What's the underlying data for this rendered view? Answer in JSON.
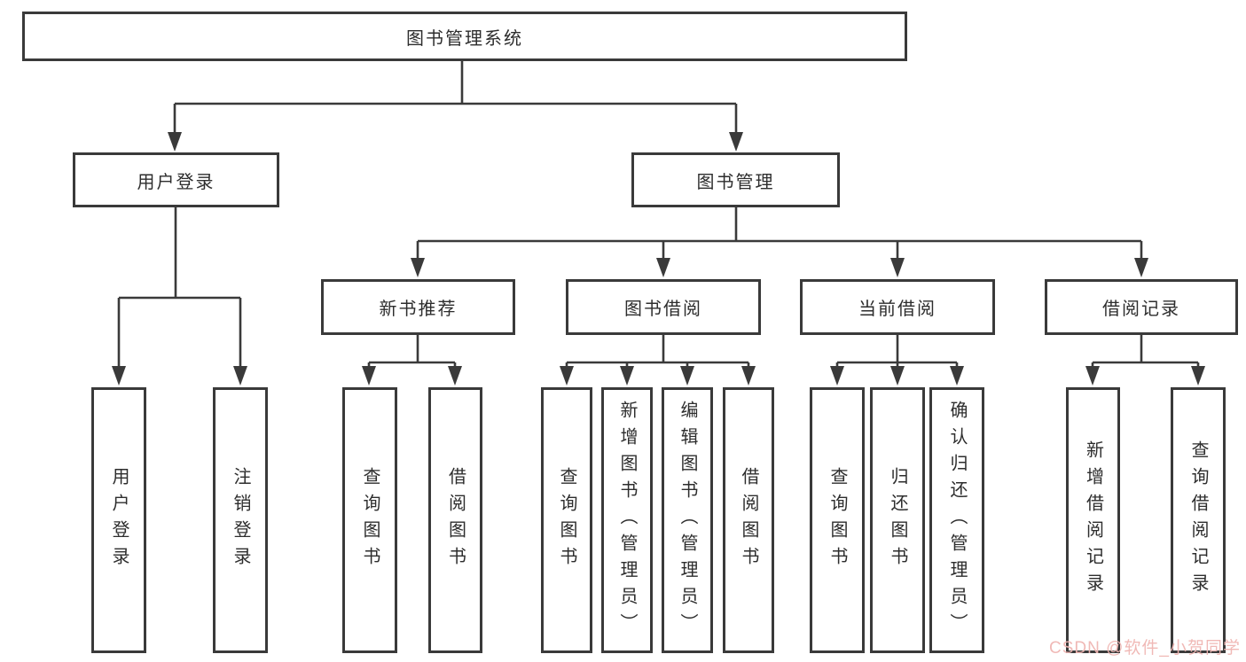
{
  "diagram": {
    "type": "hierarchy",
    "colors": {
      "line": "#3a3a3a",
      "text": "#2d2d2d",
      "background": "#ffffff",
      "watermark": "#f0b6b3"
    },
    "nodes": {
      "root": "图书管理系统",
      "user_login": "用户登录",
      "book_mgmt": "图书管理",
      "new_book_rec": "新书推荐",
      "book_borrow": "图书借阅",
      "current_borrow": "当前借阅",
      "borrow_record": "借阅记录"
    },
    "leaves": {
      "user_login": "用户登录",
      "logout": "注销登录",
      "rec_query_book": "查询图书",
      "rec_borrow_book": "借阅图书",
      "bb_query_book": "查询图书",
      "bb_add_book": "新增图书（管理员）",
      "bb_edit_book": "编辑图书（管理员）",
      "bb_borrow_book": "借阅图书",
      "cb_query_book": "查询图书",
      "cb_return_book": "归还图书",
      "cb_confirm_return": "确认归还（管理员）",
      "br_add_record": "新增借阅记录",
      "br_query_record": "查询借阅记录"
    },
    "watermark": "CSDN @软件_小贺同学"
  }
}
